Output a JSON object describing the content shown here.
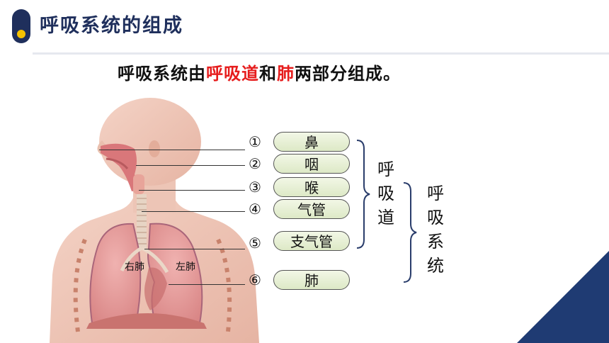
{
  "header": {
    "title": "呼吸系统的组成"
  },
  "subtitle": {
    "part1": "呼吸系统由",
    "part2": "呼吸道",
    "part3": "和",
    "part4": "肺",
    "part5": "两部分组成。"
  },
  "labels": [
    {
      "num": "①",
      "name": "鼻"
    },
    {
      "num": "②",
      "name": "咽"
    },
    {
      "num": "③",
      "name": "喉"
    },
    {
      "num": "④",
      "name": "气管"
    },
    {
      "num": "⑤",
      "name": "支气管"
    },
    {
      "num": "⑥",
      "name": "肺"
    }
  ],
  "lungs": {
    "right": "右肺",
    "left": "左肺"
  },
  "groups": {
    "airway": "呼吸道",
    "system": "呼吸系统"
  },
  "colors": {
    "title": "#1f2f5c",
    "accent_yellow": "#f5c200",
    "highlight": "#e61d1d",
    "corner": "#1f3b73"
  }
}
